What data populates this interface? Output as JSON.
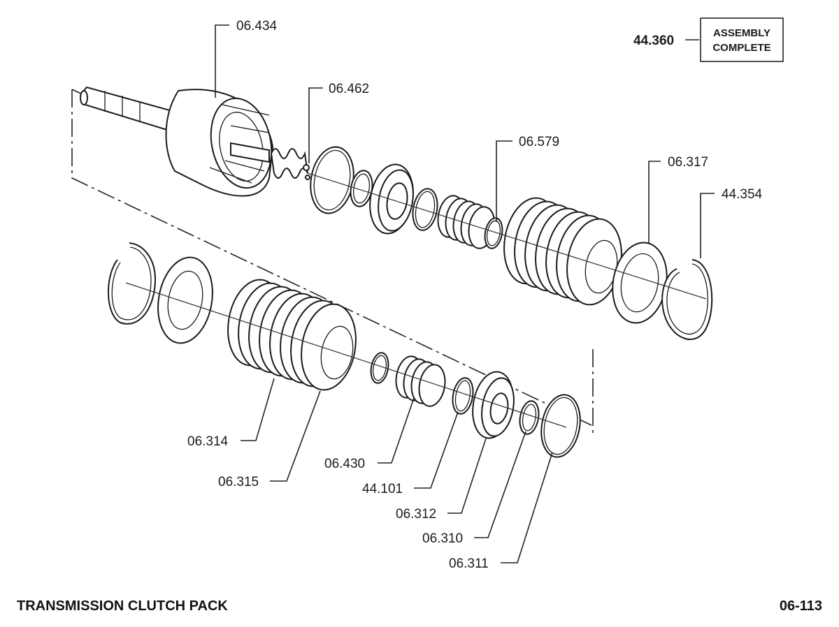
{
  "diagram": {
    "page_title": "TRANSMISSION CLUTCH PACK",
    "page_number": "06-113",
    "assembly": {
      "part_number": "44.360",
      "label_line1": "ASSEMBLY",
      "label_line2": "COMPLETE"
    },
    "callouts": [
      {
        "id": "drum",
        "label": "06.434"
      },
      {
        "id": "spring-seat",
        "label": "06.462"
      },
      {
        "id": "upper-ring",
        "label": "06.579"
      },
      {
        "id": "upper-pressure-plate",
        "label": "06.317"
      },
      {
        "id": "upper-snap-ring",
        "label": "44.354"
      },
      {
        "id": "lower-frictions",
        "label": "06.314"
      },
      {
        "id": "lower-steels",
        "label": "06.315"
      },
      {
        "id": "lower-spring",
        "label": "06.430"
      },
      {
        "id": "lower-o-ring",
        "label": "44.101"
      },
      {
        "id": "lower-piston",
        "label": "06.312"
      },
      {
        "id": "lower-seal",
        "label": "06.310"
      },
      {
        "id": "lower-outer-seal",
        "label": "06.311"
      }
    ]
  }
}
